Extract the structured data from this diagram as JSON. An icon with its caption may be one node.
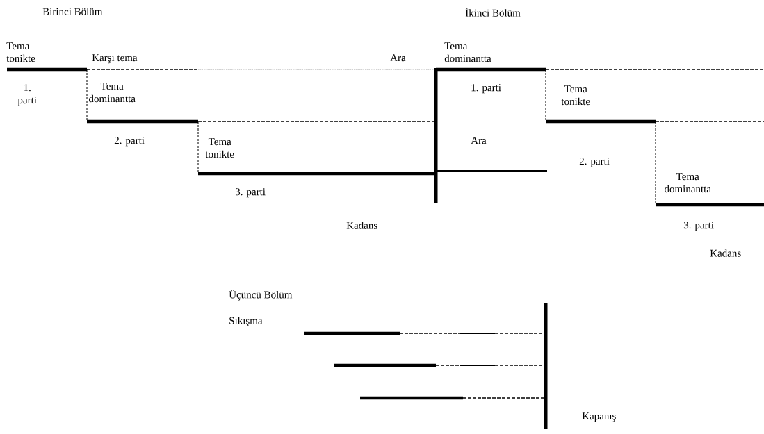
{
  "diagram": {
    "labels": [
      "Birinci Bölüm",
      "İkinci Bölüm",
      "Tema tonikte",
      "Karşı tema",
      "Ara",
      "Tema dominantta",
      "1. parti",
      "Tema dominantta",
      "1. parti",
      "Tema tonikte",
      "2. parti",
      "Tema tonikte",
      "Ara",
      "2. parti",
      "Tema dominantta",
      "3. parti",
      "Kadans",
      "3. parti",
      "Kadans",
      "Üçüncü Bölüm",
      "Sıkışma",
      "Kapanış"
    ]
  }
}
